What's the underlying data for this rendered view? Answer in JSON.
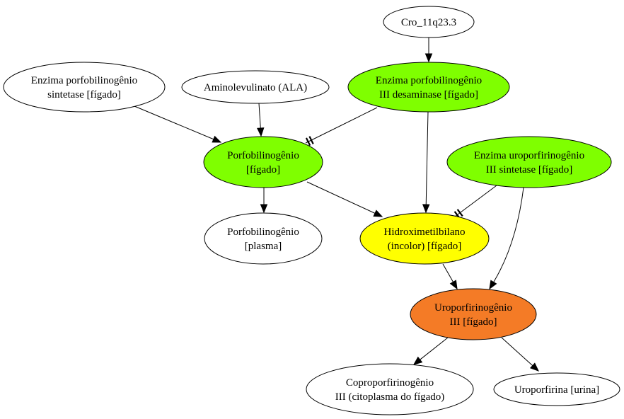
{
  "diagram": {
    "nodes": [
      {
        "id": "cro",
        "lines": [
          "Cro_11q23.3"
        ],
        "fill": "#ffffff"
      },
      {
        "id": "pbg-sintetase",
        "lines": [
          "Enzima porfobilinogênio",
          "sintetase [fígado]"
        ],
        "fill": "#ffffff"
      },
      {
        "id": "ala",
        "lines": [
          "Aminolevulinato (ALA)"
        ],
        "fill": "#ffffff"
      },
      {
        "id": "pbg-desaminase",
        "lines": [
          "Enzima porfobilinogênio",
          "III desaminase [fígado]"
        ],
        "fill": "#7fff00"
      },
      {
        "id": "pbg-figado",
        "lines": [
          "Porfobilinogênio",
          "[fígado]"
        ],
        "fill": "#7fff00"
      },
      {
        "id": "uro-sintetase",
        "lines": [
          "Enzima uroporfirinogênio",
          "III sintetase [fígado]"
        ],
        "fill": "#7fff00"
      },
      {
        "id": "pbg-plasma",
        "lines": [
          "Porfobilinogênio",
          "[plasma]"
        ],
        "fill": "#ffffff"
      },
      {
        "id": "hmb",
        "lines": [
          "Hidroximetilbilano",
          "(incolor) [fígado]"
        ],
        "fill": "#ffff00"
      },
      {
        "id": "uroporfirinogenio",
        "lines": [
          "Uroporfirinogênio",
          "III [fígado]"
        ],
        "fill": "#f47b26"
      },
      {
        "id": "coproporfirinogenio",
        "lines": [
          "Coproporfirinogênio",
          "III (citoplasma do fígado)"
        ],
        "fill": "#ffffff"
      },
      {
        "id": "uroporfirina",
        "lines": [
          "Uroporfirina [urina]"
        ],
        "fill": "#ffffff"
      }
    ],
    "edges": [
      {
        "from": "cro",
        "to": "pbg-desaminase",
        "type": "arrow"
      },
      {
        "from": "pbg-sintetase",
        "to": "pbg-figado",
        "type": "arrow"
      },
      {
        "from": "ala",
        "to": "pbg-figado",
        "type": "arrow"
      },
      {
        "from": "pbg-desaminase",
        "to": "pbg-figado",
        "type": "tee"
      },
      {
        "from": "pbg-desaminase",
        "to": "hmb",
        "type": "arrow"
      },
      {
        "from": "pbg-figado",
        "to": "pbg-plasma",
        "type": "arrow"
      },
      {
        "from": "pbg-figado",
        "to": "hmb",
        "type": "arrow"
      },
      {
        "from": "uro-sintetase",
        "to": "hmb",
        "type": "tee"
      },
      {
        "from": "uro-sintetase",
        "to": "uroporfirinogenio",
        "type": "arrow"
      },
      {
        "from": "hmb",
        "to": "uroporfirinogenio",
        "type": "arrow"
      },
      {
        "from": "uroporfirinogenio",
        "to": "coproporfirinogenio",
        "type": "arrow"
      },
      {
        "from": "uroporfirinogenio",
        "to": "uroporfirina",
        "type": "arrow"
      }
    ]
  }
}
